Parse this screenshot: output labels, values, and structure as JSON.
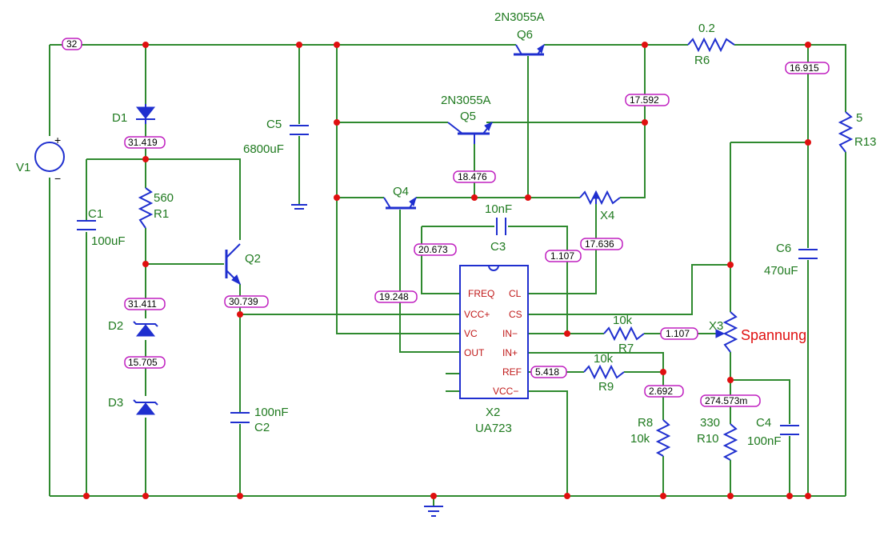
{
  "components": {
    "v1": {
      "ref": "V1"
    },
    "d1": {
      "ref": "D1"
    },
    "d2": {
      "ref": "D2"
    },
    "d3": {
      "ref": "D3"
    },
    "r1": {
      "ref": "R1",
      "value": "560"
    },
    "c1": {
      "ref": "C1",
      "value": "100uF"
    },
    "q2": {
      "ref": "Q2"
    },
    "c2": {
      "ref": "C2",
      "value": "100nF"
    },
    "c5": {
      "ref": "C5",
      "value": "6800uF"
    },
    "q6": {
      "ref": "Q6",
      "model": "2N3055A"
    },
    "q5": {
      "ref": "Q5",
      "model": "2N3055A"
    },
    "q4": {
      "ref": "Q4"
    },
    "r6": {
      "ref": "R6",
      "value": "0.2"
    },
    "r13": {
      "ref": "R13",
      "value": "5"
    },
    "x4": {
      "ref": "X4"
    },
    "c3": {
      "ref": "C3",
      "value": "10nF"
    },
    "c6": {
      "ref": "C6",
      "value": "470uF"
    },
    "x3": {
      "ref": "X3",
      "note": "Spannung"
    },
    "r7": {
      "ref": "R7",
      "value": "10k"
    },
    "r9": {
      "ref": "R9",
      "value": "10k"
    },
    "r8": {
      "ref": "R8",
      "value": "10k"
    },
    "r10": {
      "ref": "R10",
      "value": "330"
    },
    "c4": {
      "ref": "C4",
      "value": "100nF"
    },
    "x2": {
      "ref": "X2",
      "model": "UA723"
    }
  },
  "ic_pins": {
    "freq": "FREQ",
    "vccp": "VCC+",
    "vc": "VC",
    "out": "OUT",
    "cl": "CL",
    "cs": "CS",
    "inm": "IN−",
    "inp": "IN+",
    "ref": "REF",
    "vccm": "VCC−"
  },
  "voltages": {
    "v32": "32",
    "v31419": "31.419",
    "v31411": "31.411",
    "v15705": "15.705",
    "v30739": "30.739",
    "v20673": "20.673",
    "v19248": "19.248",
    "v18476": "18.476",
    "v17592": "17.592",
    "v17636": "17.636",
    "v1107a": "1.107",
    "v1107b": "1.107",
    "v5418": "5.418",
    "v2692": "2.692",
    "v16915": "16.915",
    "v274573m": "274.573m"
  },
  "colors": {
    "wire": "#2f8a2f",
    "component": "#1f2fcf",
    "junction": "#e01010",
    "voltage_tag_border": "#c020c0",
    "pin_label": "#c01818"
  }
}
